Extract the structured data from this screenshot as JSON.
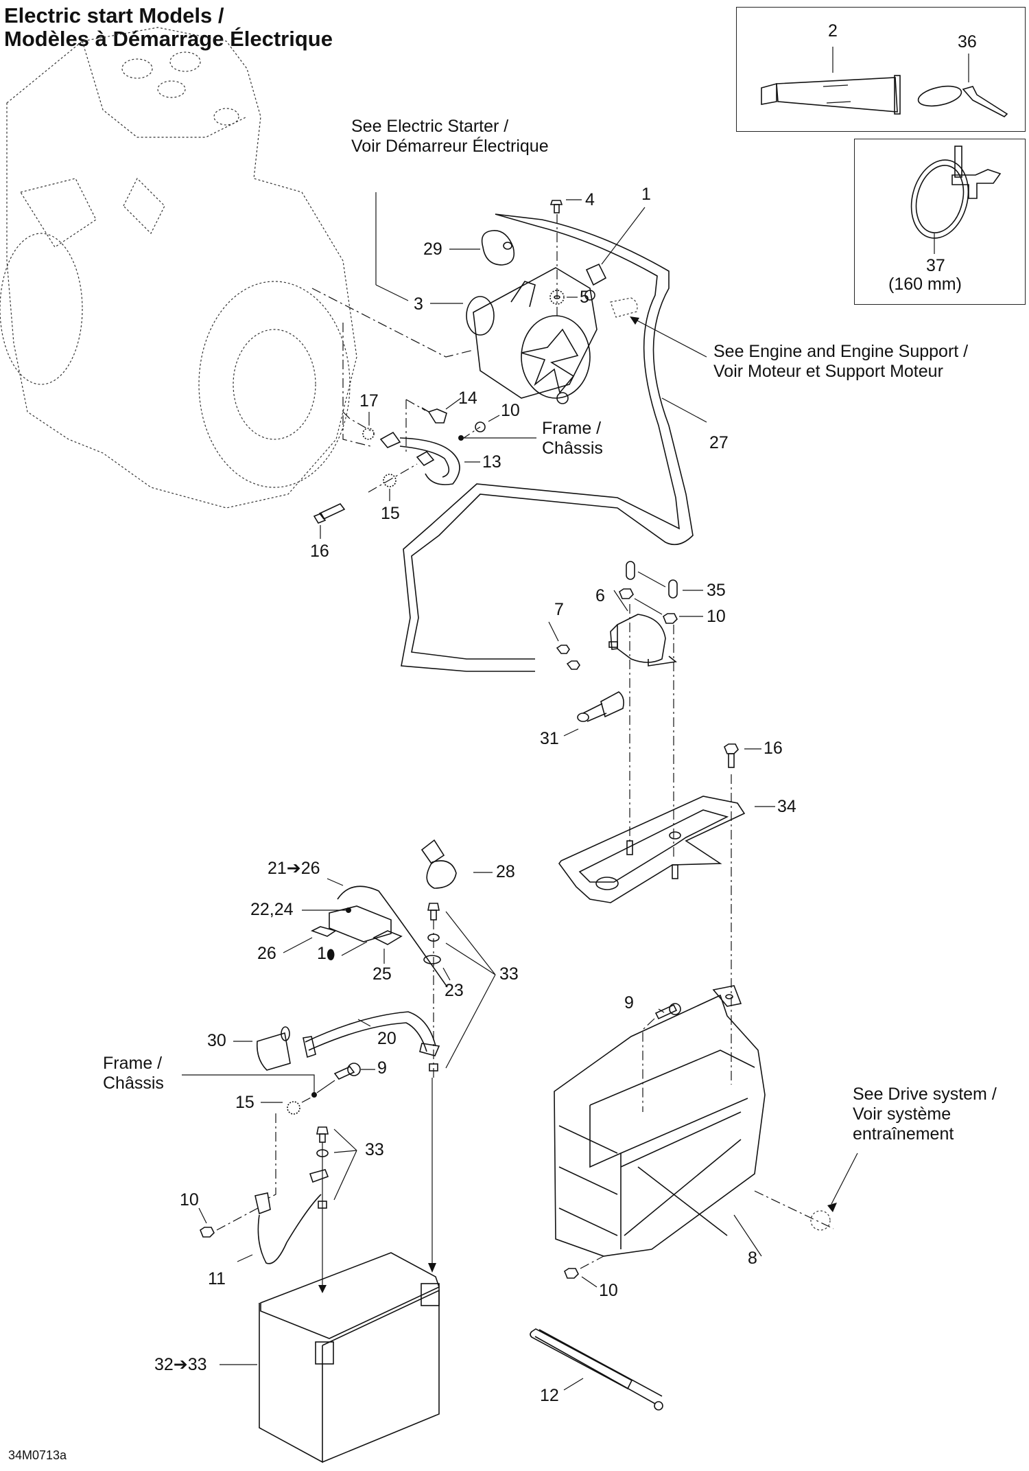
{
  "title": {
    "line1": "Electric start Models /",
    "line2": "Modèles à Démarrage Électrique"
  },
  "figure_code": "34M0713a",
  "inset_parts": [
    {
      "ref": "2"
    },
    {
      "ref": "36"
    },
    {
      "ref": "37",
      "note": "(160 mm)"
    }
  ],
  "references": {
    "electric_starter": {
      "en": "See Electric Starter /",
      "fr": "Voir Démarreur Électrique"
    },
    "engine_support": {
      "en": "See Engine and Engine Support /",
      "fr": "Voir Moteur et Support Moteur"
    },
    "drive_system": {
      "en": "See Drive system /",
      "fr1": "Voir système",
      "fr2": "entraînement"
    },
    "frame_top": {
      "en": "Frame /",
      "fr": "Châssis"
    },
    "frame_bottom": {
      "en": "Frame /",
      "fr": "Châssis"
    }
  },
  "callouts": {
    "c1": "1",
    "c3": "3",
    "c4": "4",
    "c5": "5",
    "c6": "6",
    "c7": "7",
    "c8": "8",
    "c9a": "9",
    "c9b": "9",
    "c10a": "10",
    "c10b": "10",
    "c10c": "10",
    "c10d": "10",
    "c11": "11",
    "c12": "12",
    "c13": "13",
    "c14": "14",
    "c15a": "15",
    "c15b": "15",
    "c16a": "16",
    "c16b": "16",
    "c17": "17",
    "c20": "20",
    "c21_26": "21➔26",
    "c22_24": "22,24",
    "c23": "23",
    "c25": "25",
    "c26": "26",
    "c1_fluid": "1",
    "c27": "27",
    "c28": "28",
    "c29": "29",
    "c30": "30",
    "c31": "31",
    "c32_33": "32➔33",
    "c33a": "33",
    "c33b": "33",
    "c34": "34",
    "c35": "35"
  },
  "icons": {
    "fluid_drop": "💧"
  }
}
